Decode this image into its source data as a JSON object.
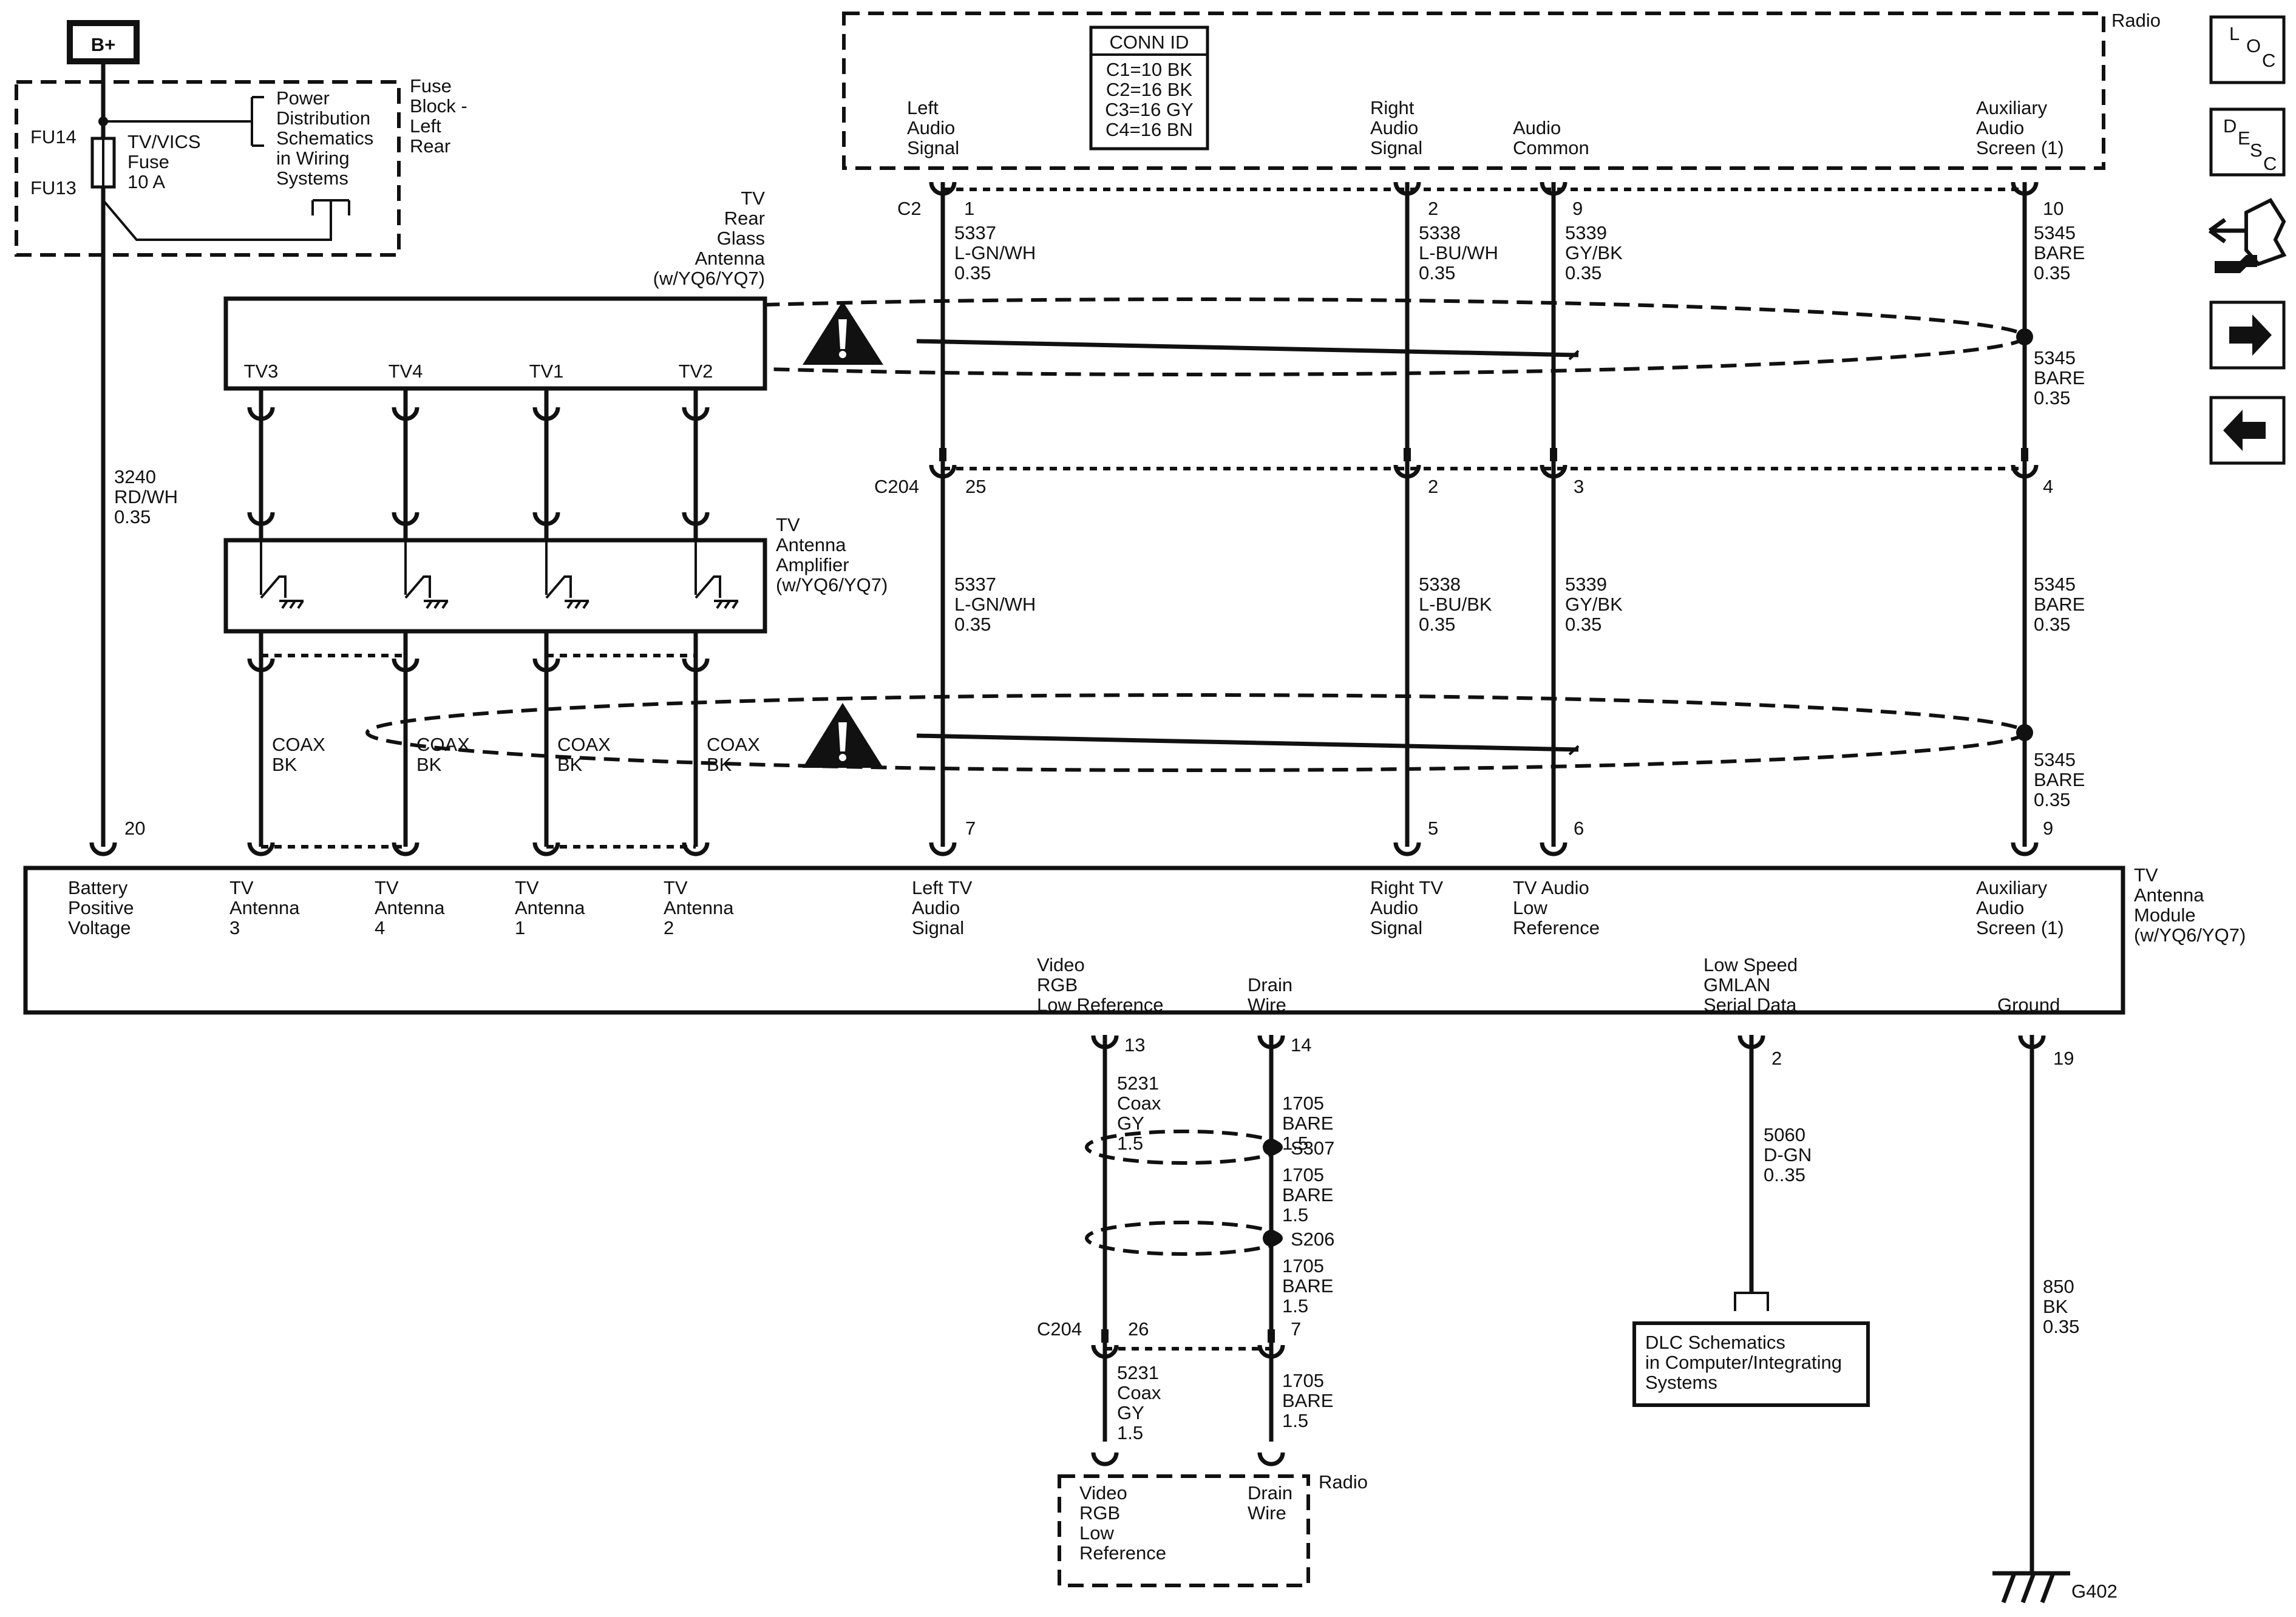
{
  "diagram": {
    "battery_label": "B+",
    "fuse_block": {
      "title": [
        "Fuse",
        "Block -",
        "Left",
        "Rear"
      ],
      "fu14": "FU14",
      "fu13": "FU13",
      "fuse": [
        "TV/VICS",
        "Fuse",
        "10 A"
      ],
      "power_dist": [
        "Power",
        "Distribution",
        "Schematics",
        "in Wiring",
        "Systems"
      ]
    },
    "conn_id": {
      "title": "CONN ID",
      "lines": [
        "C1=10 BK",
        "C2=16 BK",
        "C3=16 GY",
        "C4=16 BN"
      ]
    },
    "radio_top": {
      "label": "Radio",
      "signals": [
        [
          "Left",
          "Audio",
          "Signal"
        ],
        [
          "Right",
          "Audio",
          "Signal"
        ],
        [
          "Audio",
          "Common"
        ],
        [
          "Auxiliary",
          "Audio",
          "Screen (1)"
        ]
      ],
      "connector": "C2",
      "pins": [
        "1",
        "2",
        "9",
        "10"
      ]
    },
    "upper_wires": [
      [
        "5337",
        "L-GN/WH",
        "0.35"
      ],
      [
        "5338",
        "L-BU/WH",
        "0.35"
      ],
      [
        "5339",
        "GY/BK",
        "0.35"
      ],
      [
        "5345",
        "BARE",
        "0.35"
      ]
    ],
    "shield_upper": [
      "5345",
      "BARE",
      "0.35"
    ],
    "c204": {
      "label": "C204",
      "pins": [
        "25",
        "2",
        "3",
        "4"
      ]
    },
    "mid_wires": [
      [
        "5337",
        "L-GN/WH",
        "0.35"
      ],
      [
        "5338",
        "L-BU/BK",
        "0.35"
      ],
      [
        "5339",
        "GY/BK",
        "0.35"
      ],
      [
        "5345",
        "BARE",
        "0.35"
      ]
    ],
    "shield_lower": [
      "5345",
      "BARE",
      "0.35"
    ],
    "module_pins": [
      "20",
      "7",
      "5",
      "6",
      "9"
    ],
    "glass_antenna": {
      "title": [
        "TV",
        "Rear",
        "Glass",
        "Antenna",
        "(w/YQ6/YQ7)"
      ],
      "terminals": [
        "TV3",
        "TV4",
        "TV1",
        "TV2"
      ]
    },
    "amplifier": {
      "title": [
        "TV",
        "Antenna",
        "Amplifier",
        "(w/YQ6/YQ7)"
      ]
    },
    "coax": [
      "COAX",
      "BK"
    ],
    "battery_wire": [
      "3240",
      "RD/WH",
      "0.35"
    ],
    "module": {
      "title": [
        "TV",
        "Antenna",
        "Module",
        "(w/YQ6/YQ7)"
      ],
      "top_labels": [
        [
          "Battery",
          "Positive",
          "Voltage"
        ],
        [
          "TV",
          "Antenna",
          "3"
        ],
        [
          "TV",
          "Antenna",
          "4"
        ],
        [
          "TV",
          "Antenna",
          "1"
        ],
        [
          "TV",
          "Antenna",
          "2"
        ],
        [
          "Left TV",
          "Audio",
          "Signal"
        ],
        [
          "Right TV",
          "Audio",
          "Signal"
        ],
        [
          "TV Audio",
          "Low",
          "Reference"
        ],
        [
          "Auxiliary",
          "Audio",
          "Screen (1)"
        ]
      ],
      "bottom_labels": [
        [
          "Video",
          "RGB",
          "Low Reference"
        ],
        [
          "Drain",
          "Wire"
        ],
        [
          "Low Speed",
          "GMLAN",
          "Serial Data"
        ],
        [
          "Ground"
        ]
      ]
    },
    "bottom_pins": [
      "13",
      "14",
      "2",
      "19"
    ],
    "video_wire": [
      "5231",
      "Coax",
      "GY",
      "1.5"
    ],
    "drain_wires": [
      [
        "1705",
        "BARE",
        "1.5"
      ],
      [
        "1705",
        "BARE",
        "1.5"
      ],
      [
        "1705",
        "BARE",
        "1.5"
      ]
    ],
    "splices": [
      "S307",
      "S206"
    ],
    "c204_bottom": {
      "label": "C204",
      "pins": [
        "26",
        "7"
      ]
    },
    "video_wire_lower": [
      "5231",
      "Coax",
      "GY",
      "1.5"
    ],
    "drain_wire_lower": [
      "1705",
      "BARE",
      "1.5"
    ],
    "radio_bottom": {
      "label": "Radio",
      "left": [
        "Video",
        "RGB",
        "Low",
        "Reference"
      ],
      "right": [
        "Drain",
        "Wire"
      ]
    },
    "gmlan_wire": [
      "5060",
      "D-GN",
      "0..35"
    ],
    "dlc": [
      "DLC Schematics",
      "in Computer/Integrating",
      "Systems"
    ],
    "ground_wire": [
      "850",
      "BK",
      "0.35"
    ],
    "ground_label": "G402"
  },
  "nav": {
    "loc": [
      "L",
      "O",
      "C"
    ],
    "desc": [
      "D",
      "E",
      "S",
      "C"
    ],
    "icons": [
      "connector-repair-icon",
      "next-arrow-icon",
      "previous-arrow-icon"
    ]
  }
}
